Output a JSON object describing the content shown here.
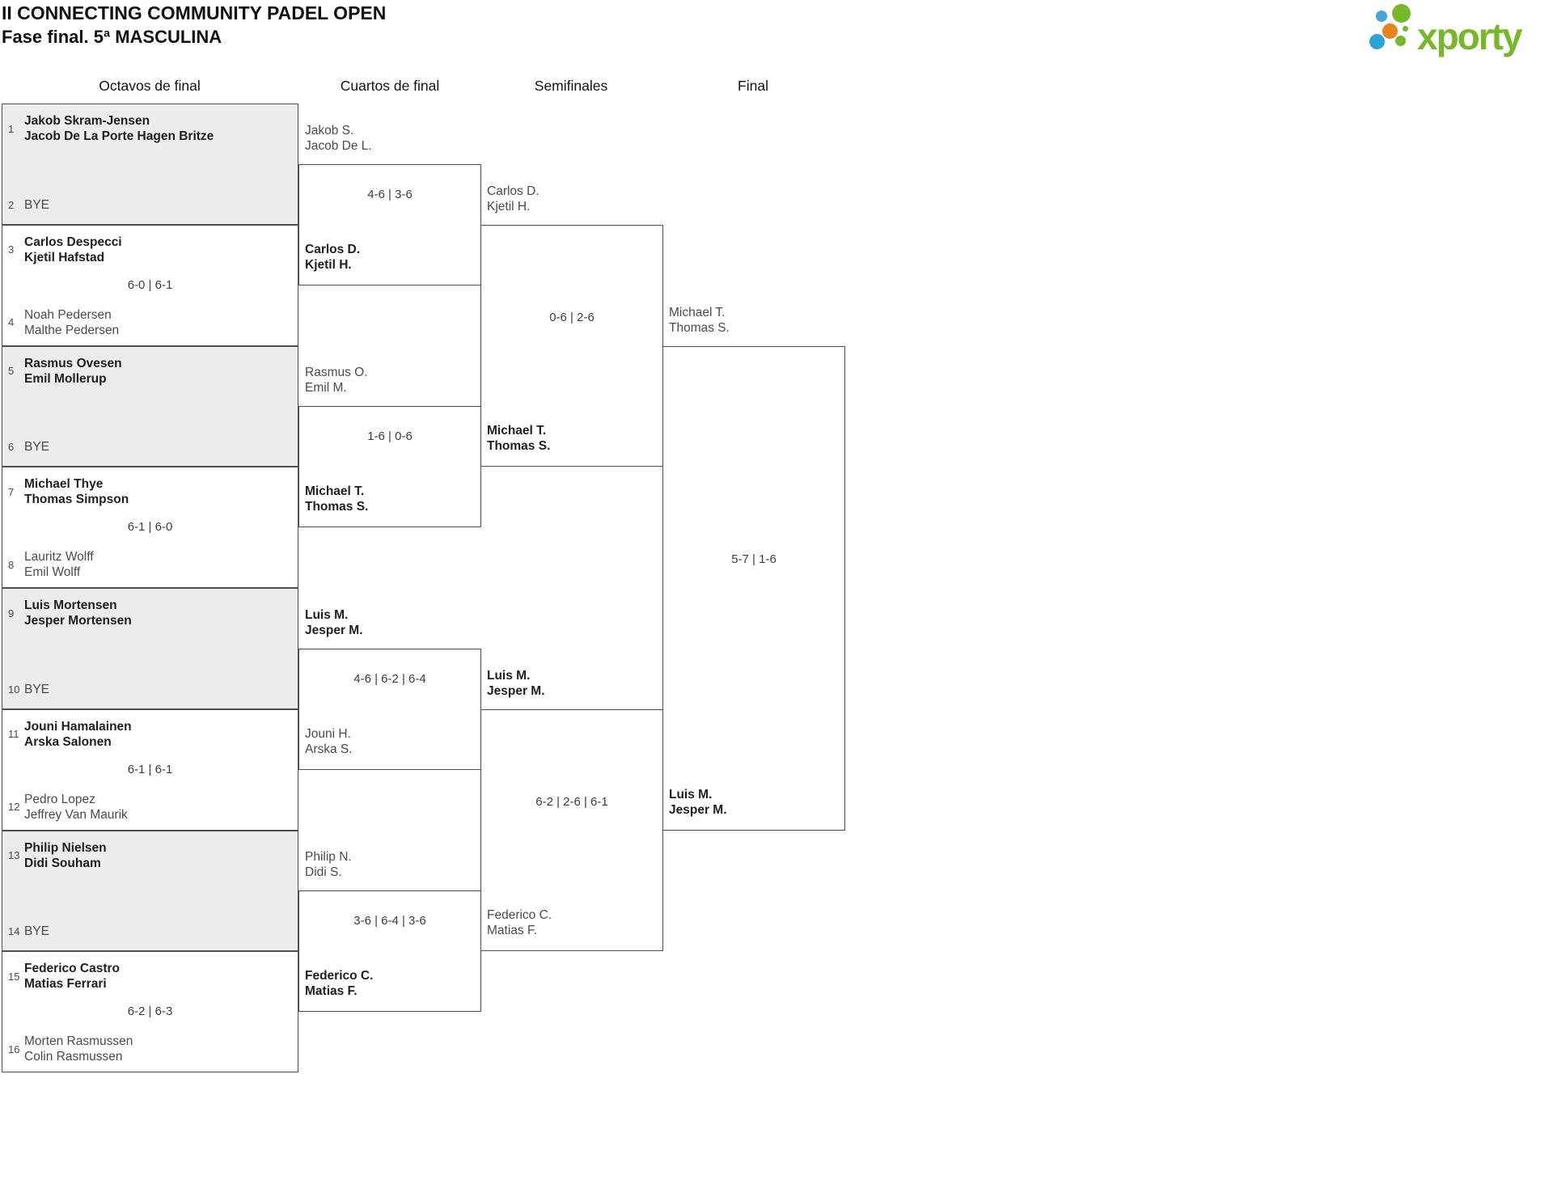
{
  "header": {
    "title": "II CONNECTING COMMUNITY PADEL OPEN",
    "subtitle": "Fase final. 5ª MASCULINA",
    "logo_text": "xporty"
  },
  "colors": {
    "green": "#76b82a",
    "blue": "#2aa3dc",
    "blue-light": "#3fa9de",
    "orange": "#e8821e",
    "border": "#4d4d4d",
    "bye-fill": "#ececec"
  },
  "rounds": {
    "r16_label": "Octavos de final",
    "qf_label": "Cuartos de final",
    "sf_label": "Semifinales",
    "f_label": "Final"
  },
  "r16": [
    {
      "seed_top": "1",
      "top": [
        "Jakob Skram-Jensen",
        "Jacob De La Porte Hagen Britze"
      ],
      "top_winner": true,
      "seed_bottom": "2",
      "bottom": [
        "BYE"
      ],
      "bottom_winner": false,
      "score": "",
      "bye": true
    },
    {
      "seed_top": "3",
      "top": [
        "Carlos Despecci",
        "Kjetil Hafstad"
      ],
      "top_winner": true,
      "seed_bottom": "4",
      "bottom": [
        "Noah Pedersen",
        "Malthe Pedersen"
      ],
      "bottom_winner": false,
      "score": "6-0 | 6-1",
      "bye": false
    },
    {
      "seed_top": "5",
      "top": [
        "Rasmus Ovesen",
        "Emil Mollerup"
      ],
      "top_winner": true,
      "seed_bottom": "6",
      "bottom": [
        "BYE"
      ],
      "bottom_winner": false,
      "score": "",
      "bye": true
    },
    {
      "seed_top": "7",
      "top": [
        "Michael Thye",
        "Thomas Simpson"
      ],
      "top_winner": true,
      "seed_bottom": "8",
      "bottom": [
        "Lauritz Wolff",
        "Emil Wolff"
      ],
      "bottom_winner": false,
      "score": "6-1 | 6-0",
      "bye": false
    },
    {
      "seed_top": "9",
      "top": [
        "Luis Mortensen",
        "Jesper Mortensen"
      ],
      "top_winner": true,
      "seed_bottom": "10",
      "bottom": [
        "BYE"
      ],
      "bottom_winner": false,
      "score": "",
      "bye": true
    },
    {
      "seed_top": "11",
      "top": [
        "Jouni Hamalainen",
        "Arska Salonen"
      ],
      "top_winner": true,
      "seed_bottom": "12",
      "bottom": [
        "Pedro Lopez",
        "Jeffrey Van Maurik"
      ],
      "bottom_winner": false,
      "score": "6-1 | 6-1",
      "bye": false
    },
    {
      "seed_top": "13",
      "top": [
        "Philip Nielsen",
        "Didi Souham"
      ],
      "top_winner": true,
      "seed_bottom": "14",
      "bottom": [
        "BYE"
      ],
      "bottom_winner": false,
      "score": "",
      "bye": true
    },
    {
      "seed_top": "15",
      "top": [
        "Federico Castro",
        "Matias Ferrari"
      ],
      "top_winner": true,
      "seed_bottom": "16",
      "bottom": [
        "Morten Rasmussen",
        "Colin Rasmussen"
      ],
      "bottom_winner": false,
      "score": "6-2 | 6-3",
      "bye": false
    }
  ],
  "qf": [
    {
      "top": [
        "Jakob S.",
        "Jacob De L."
      ],
      "top_winner": false,
      "bottom": [
        "Carlos D.",
        "Kjetil H."
      ],
      "bottom_winner": true,
      "score": "4-6 | 3-6"
    },
    {
      "top": [
        "Rasmus O.",
        "Emil M."
      ],
      "top_winner": false,
      "bottom": [
        "Michael T.",
        "Thomas S."
      ],
      "bottom_winner": true,
      "score": "1-6 | 0-6"
    },
    {
      "top": [
        "Luis M.",
        "Jesper M."
      ],
      "top_winner": true,
      "bottom": [
        "Jouni H.",
        "Arska S."
      ],
      "bottom_winner": false,
      "score": "4-6 | 6-2 | 6-4"
    },
    {
      "top": [
        "Philip N.",
        "Didi S."
      ],
      "top_winner": false,
      "bottom": [
        "Federico C.",
        "Matias F."
      ],
      "bottom_winner": true,
      "score": "3-6 | 6-4 | 3-6"
    }
  ],
  "sf": [
    {
      "top": [
        "Carlos D.",
        "Kjetil H."
      ],
      "top_winner": false,
      "bottom": [
        "Michael T.",
        "Thomas S."
      ],
      "bottom_winner": true,
      "score": "0-6 | 2-6"
    },
    {
      "top": [
        "Luis M.",
        "Jesper M."
      ],
      "top_winner": true,
      "bottom": [
        "Federico C.",
        "Matias F."
      ],
      "bottom_winner": false,
      "score": "6-2 | 2-6 | 6-1"
    }
  ],
  "final": {
    "top": [
      "Michael T.",
      "Thomas S."
    ],
    "top_winner": false,
    "bottom": [
      "Luis M.",
      "Jesper M."
    ],
    "bottom_winner": true,
    "score": "5-7 | 1-6"
  }
}
